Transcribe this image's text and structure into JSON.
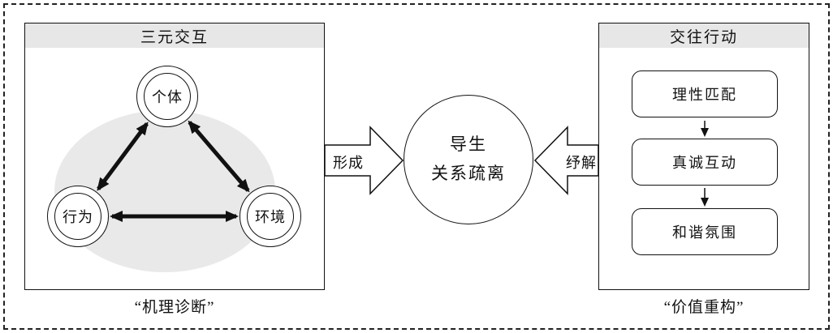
{
  "left_panel": {
    "title": "三元交互",
    "caption": "“机理诊断”",
    "nodes": {
      "top": "个体",
      "bottom_left": "行为",
      "bottom_right": "环境"
    }
  },
  "center_circle": {
    "line1": "导生",
    "line2": "关系疏离"
  },
  "connectors": {
    "left_label": "形成",
    "right_label": "纾解"
  },
  "right_panel": {
    "title": "交往行动",
    "caption": "“价值重构”",
    "items": [
      "理性匹配",
      "真诚互动",
      "和谐氛围"
    ]
  },
  "colors": {
    "line": "#111111",
    "header_bg": "#e7e7e7",
    "blob_bg": "#e9e9e9"
  }
}
